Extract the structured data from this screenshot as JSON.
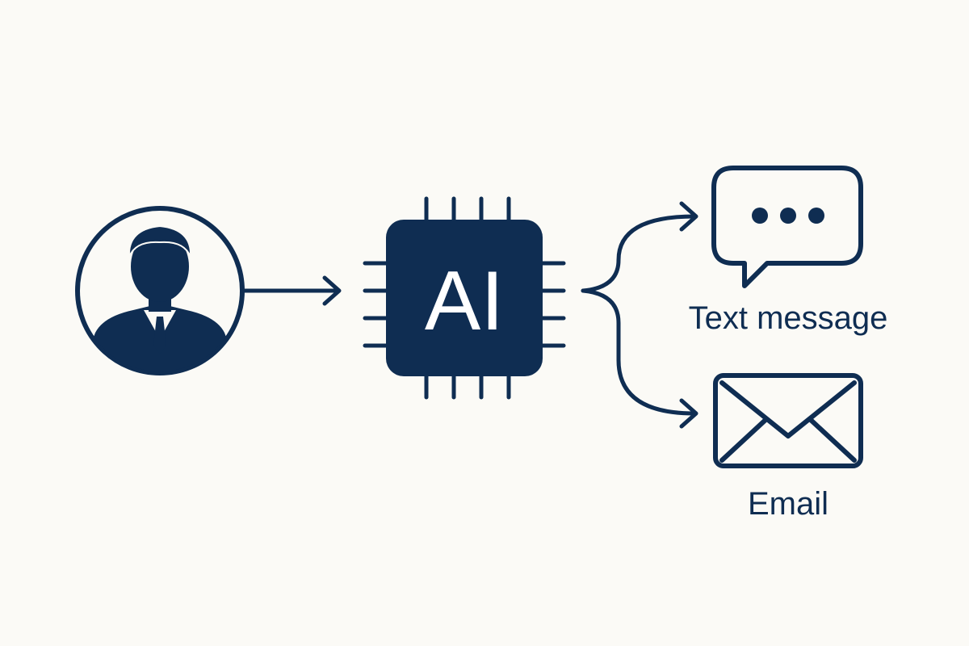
{
  "colors": {
    "background": "#fbfaf6",
    "primary": "#0f2d52",
    "on_primary": "#ffffff"
  },
  "nodes": {
    "user": {
      "icon": "user-avatar-icon"
    },
    "ai_chip": {
      "label": "AI",
      "icon": "cpu-chip-icon"
    },
    "text_message": {
      "label": "Text message",
      "icon": "chat-bubble-icon"
    },
    "email": {
      "label": "Email",
      "icon": "envelope-icon"
    }
  }
}
